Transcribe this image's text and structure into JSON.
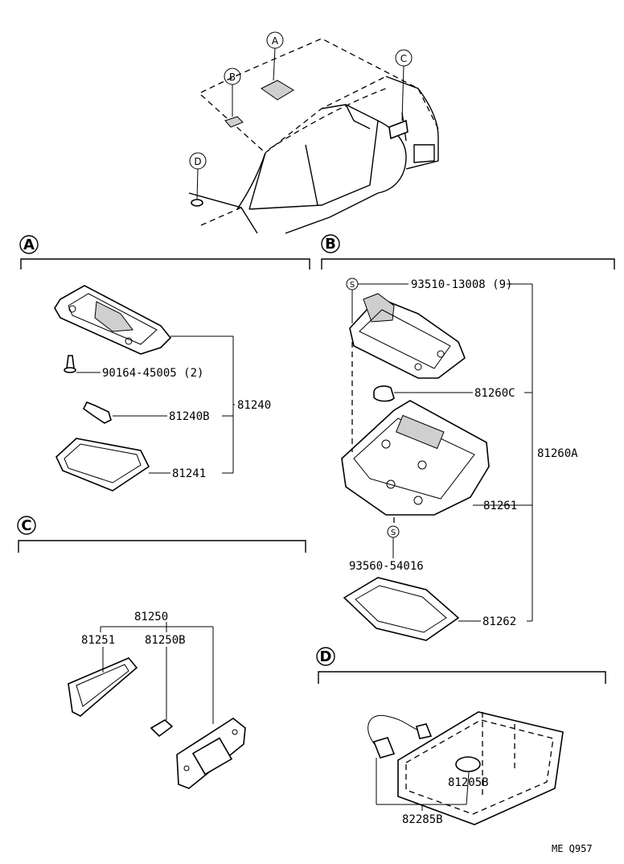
{
  "overview": {
    "callouts": {
      "a": "A",
      "b": "B",
      "c": "C",
      "d": "D"
    }
  },
  "sections": {
    "a": {
      "letter": "A",
      "parts": {
        "assembly": "81240",
        "screw": "90164-45005 (2)",
        "bulb": "81240B",
        "lens": "81241"
      }
    },
    "b": {
      "letter": "B",
      "screw_marker": "S",
      "parts": {
        "screw_top": "93510-13008 (9)",
        "bulb": "81260C",
        "housing": "81261",
        "screw_bottom": "93560-54016",
        "lens": "81262",
        "assembly": "81260A"
      }
    },
    "c": {
      "letter": "C",
      "parts": {
        "assembly": "81250",
        "lens": "81251",
        "bulb": "81250B"
      }
    },
    "d": {
      "letter": "D",
      "parts": {
        "switch": "81205B",
        "wire": "82285B"
      }
    }
  },
  "footer": {
    "code": "ME Q957"
  }
}
